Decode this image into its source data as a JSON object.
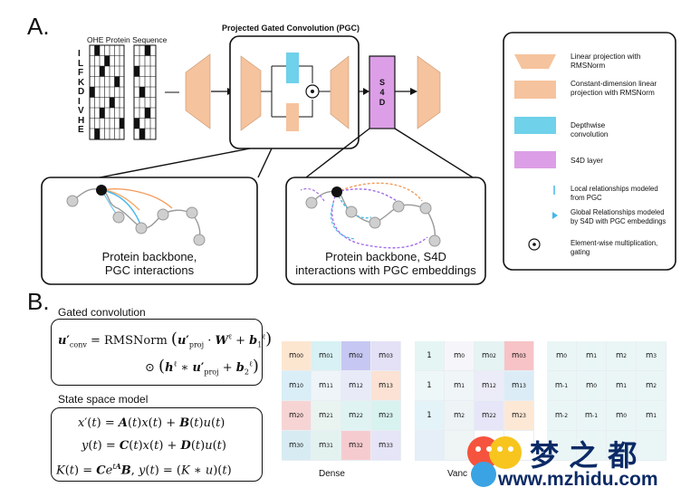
{
  "panel_a": {
    "label": "A.",
    "ohe_title": "OHE Protein Sequence",
    "letters": [
      "I",
      "L",
      "F",
      "K",
      "D",
      "I",
      "V",
      "H",
      "E"
    ],
    "ellipsis": "•••",
    "pgc_title": "Projected Gated Convolution (PGC)",
    "s4d_label": "S4D",
    "caption_left_1": "Protein backbone,",
    "caption_left_2": "PGC interactions",
    "caption_right_1": "Protein backbone, S4D",
    "caption_right_2": "interactions with PGC embeddings"
  },
  "legend": {
    "items": [
      {
        "text": "Linear  projection with RMSNorm",
        "icon": "trapezoid-icon"
      },
      {
        "text": "Constant-dimension linear projection with RMSNorm",
        "icon": "rectangle-icon"
      },
      {
        "text": "Depthwise convolution",
        "icon": "cyan-rectangle-icon"
      },
      {
        "text": "S4D layer",
        "icon": "purple-rectangle-icon"
      },
      {
        "text": "Local relationships modeled from PGC",
        "icon": "orange-cyan-line-icon"
      },
      {
        "text": "Global Relationships modeled by S4D with PGC embeddings",
        "icon": "dashed-line-icon"
      },
      {
        "text": "Element-wise multiplication, gating",
        "icon": "odot-icon"
      }
    ],
    "colors": {
      "peach": "#f5c39d",
      "cyan": "#6fd1ea",
      "purple": "#dc9ee6",
      "orange": "#f39b5a",
      "blue": "#45b8e8",
      "violet": "#a36ee8"
    }
  },
  "panel_b": {
    "label": "B.",
    "gated_title": "Gated convolution",
    "ssm_title": "State space model",
    "matrix_captions": [
      "Dense",
      "Vanc"
    ]
  },
  "watermark": {
    "brand": "梦 之 都",
    "url": "www.mzhidu.com"
  }
}
